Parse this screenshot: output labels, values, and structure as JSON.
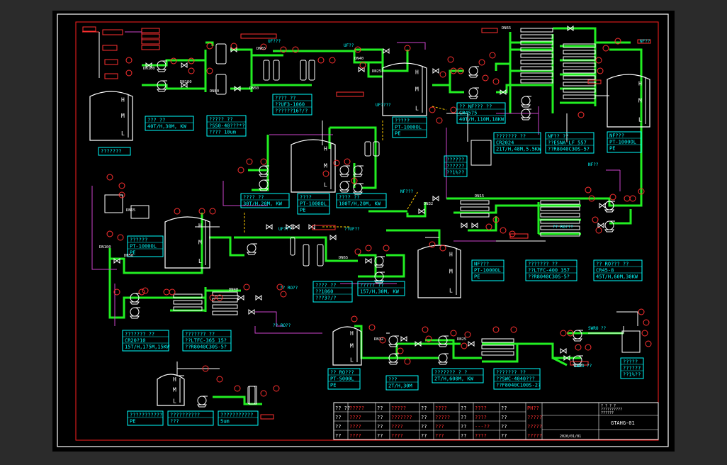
{
  "colors": {
    "background": "#2b2b2b",
    "sheet": "#000000",
    "frame": "#ffffff",
    "border": "#ff2020",
    "pipe": "#22ee22",
    "line": "#ffffff",
    "label": "#00ffff",
    "tag": "#ff3030",
    "aux": "#cc44cc",
    "dashed": "#ffcc00"
  },
  "boxes": {
    "pump1": [
      "??? ??",
      "40T/H,30M,  KW"
    ],
    "filter1": [
      "????? ??",
      "?SS0-40???*?",
      "???? 10um"
    ],
    "uf1": [
      "???? ??",
      "??UF3-1060",
      "??????16?/?"
    ],
    "tank1": [
      "?????",
      "PT-1000OL",
      "PE"
    ],
    "ro_pump": [
      "?? NF??? ??",
      "CR4575",
      "40T/H,110M,18KW"
    ],
    "tank_nf": [
      "NF???",
      "PT-1000OL",
      "PE"
    ],
    "cr20": [
      "??????? ??",
      "CR2024",
      "21T/H,48M,5.5KW"
    ],
    "nf_membrane": [
      "NF?? ??",
      "??ESNA-LF 557",
      "??R8040C30S-5?"
    ],
    "left_small": [
      "???????"
    ],
    "mid_tank": [
      "????",
      "PT-1000OL",
      "PE"
    ],
    "mid_pump_l": [
      "???? ??",
      "30T/H,20M,  KW"
    ],
    "mid_pump_r": [
      "???? ??",
      "100T/H,20M,  KW"
    ],
    "left_tank": [
      "??????",
      "PT-1000OL",
      "PE"
    ],
    "dosing": [
      "??????",
      "??????",
      "??1%??"
    ],
    "mid_uf": [
      "???? ??",
      "??1060",
      "???3?/?"
    ],
    "mid_pump": [
      "????? ??",
      "157/H,30M,  KW"
    ],
    "nf_tank2": [
      "NF???",
      "PT-1000OL",
      "PE"
    ],
    "ltfc": [
      "??????? ??",
      "??LTFC-400 357",
      "??R8040C30S-5?"
    ],
    "cr45": [
      "?? RO??? ??",
      "CR45-8",
      "45T/H,60M,30KW"
    ],
    "cr20_2": [
      "??????? ??",
      "CR20?10",
      "15T/H,175M,15KW"
    ],
    "ltfc2": [
      "??????? ??",
      "??LTFC-365 15?",
      "??R8040C30S-5?"
    ],
    "ro_tank": [
      "?? RO???",
      "PT-5000L",
      "PE"
    ],
    "pump_2t": [
      "???",
      "2T/H,30M"
    ],
    "pump_600": [
      "??????? ? ?",
      "2T/H,600M,  KW"
    ],
    "swc": [
      "??????? ??",
      "??SWC-4040???",
      "??F8040C100S-2?"
    ],
    "bot1": [
      "???????????",
      "PE"
    ],
    "bot2": [
      "??????????",
      "???"
    ],
    "bot3": [
      "???????????",
      "5um"
    ],
    "right_small": [
      "?????",
      "??????",
      "??1%??"
    ]
  },
  "tank_labels": [
    "H",
    "M",
    "L"
  ],
  "flow_labels": {
    "uf_top": "UF???",
    "uf_top2": "UF??",
    "uf_side": "UF????",
    "nf_in": "NF???",
    "nf_right": "NF??",
    "nf_out": "NF??",
    "ro_in": "?? RO??",
    "ro_out": "?? RO??",
    "swro": "SWRO ??",
    "swro2": "SWRO ??",
    "ro_out2": "?? RO???",
    "uf_mid": "UF???",
    "dn_mid": "??UF??"
  },
  "pipe_sizes": [
    "DN65",
    "DN100",
    "DN100",
    "DN80",
    "DN65",
    "DN50",
    "DN40",
    "DN25",
    "DN32",
    "DN15",
    "DN65",
    "DN100",
    "DN50",
    "DN40",
    "DN65",
    "DN32",
    "DN25"
  ],
  "title_block": {
    "rows": [
      [
        "?? ??",
        "?????",
        "??",
        "?????",
        "??",
        "????",
        "??",
        "????",
        "??",
        "PH??"
      ],
      [
        "??",
        "????",
        "??",
        "???????",
        "??",
        "?????",
        "??",
        "????",
        "??",
        "?????"
      ],
      [
        "??",
        "????",
        "??",
        "????",
        "??",
        "???",
        "??",
        "---??",
        "??",
        "?????"
      ],
      [
        "??",
        "????",
        "??",
        "????",
        "??",
        "???",
        "??",
        "????",
        "??",
        "?????"
      ]
    ],
    "drawing_no": "GTAHG-01",
    "date": "2020/01/01",
    "header_small": [
      "? ? ? ?",
      "??????????",
      "??????"
    ]
  }
}
